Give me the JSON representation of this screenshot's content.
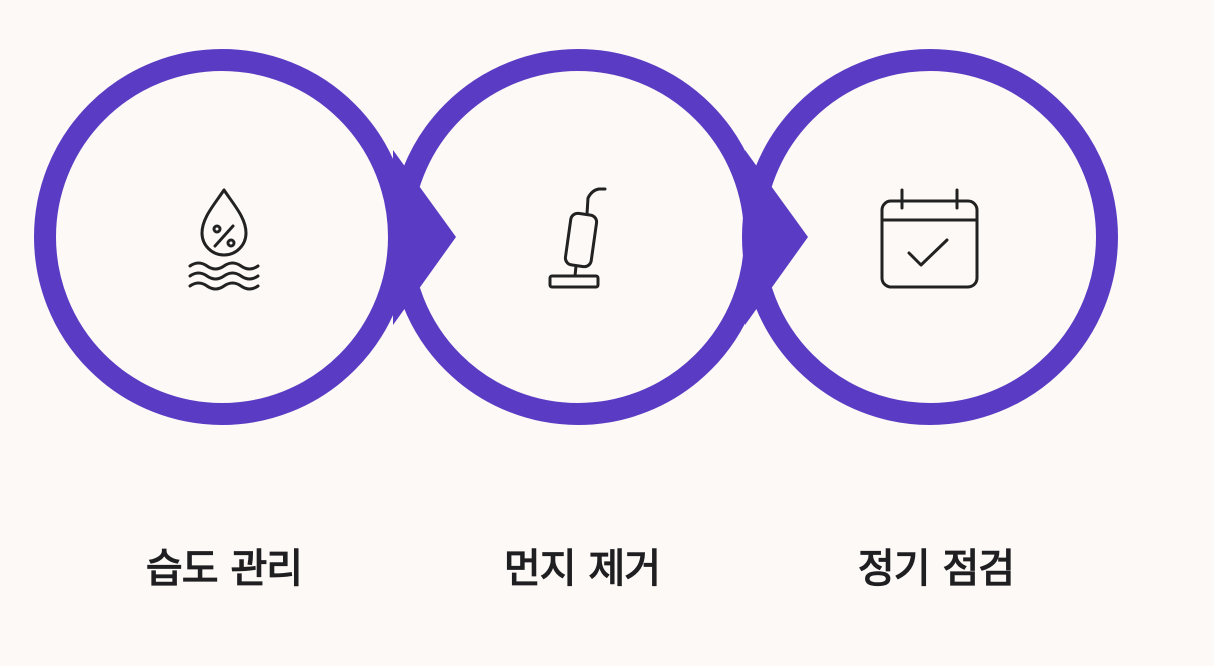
{
  "accent_color": "#5a3cc4",
  "background_color": "#fdf9f6",
  "steps": [
    {
      "label": "습도 관리",
      "icon": "humidity-drop-icon"
    },
    {
      "label": "먼지 제거",
      "icon": "vacuum-icon"
    },
    {
      "label": "정기 점검",
      "icon": "calendar-check-icon"
    }
  ]
}
